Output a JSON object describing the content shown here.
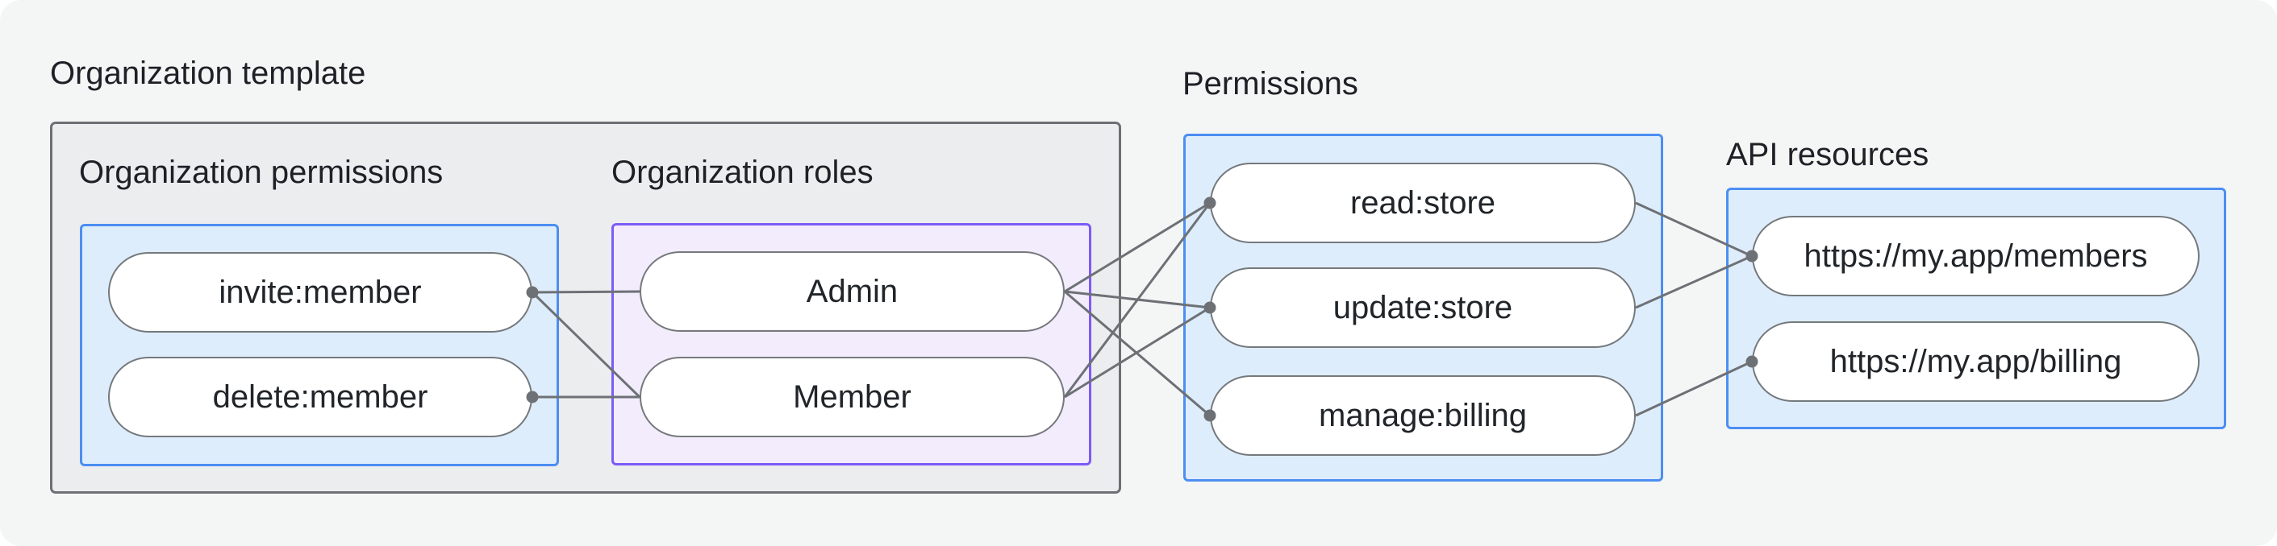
{
  "title": "Organization template",
  "groups": {
    "org_permissions": {
      "label": "Organization permissions",
      "items": [
        {
          "label": "invite:member"
        },
        {
          "label": "delete:member"
        }
      ]
    },
    "org_roles": {
      "label": "Organization roles",
      "items": [
        {
          "label": "Admin"
        },
        {
          "label": "Member"
        }
      ]
    },
    "permissions": {
      "label": "Permissions",
      "items": [
        {
          "label": "read:store"
        },
        {
          "label": "update:store"
        },
        {
          "label": "manage:billing"
        }
      ]
    },
    "api_resources": {
      "label": "API resources",
      "items": [
        {
          "label": "https://my.app/members"
        },
        {
          "label": "https://my.app/billing"
        }
      ]
    }
  },
  "edges": [
    {
      "from": "invite:member",
      "to": "Admin"
    },
    {
      "from": "invite:member",
      "to": "Member"
    },
    {
      "from": "delete:member",
      "to": "Member"
    },
    {
      "from": "Admin",
      "to": "read:store"
    },
    {
      "from": "Admin",
      "to": "update:store"
    },
    {
      "from": "Admin",
      "to": "manage:billing"
    },
    {
      "from": "Member",
      "to": "read:store"
    },
    {
      "from": "Member",
      "to": "update:store"
    },
    {
      "from": "read:store",
      "to": "https://my.app/members"
    },
    {
      "from": "update:store",
      "to": "https://my.app/members"
    },
    {
      "from": "manage:billing",
      "to": "https://my.app/billing"
    }
  ],
  "colors": {
    "page_background": "#f4f6f6",
    "template_box_fill": "#ecedee",
    "template_box_border": "#6c7074",
    "blue_box_fill": "#deedfc",
    "blue_box_border": "#4c8ef2",
    "purple_box_fill": "#f2ecfc",
    "purple_box_border": "#7c5bf7",
    "pill_border": "#75797c",
    "connector": "#6d7175",
    "text": "#1d2126"
  }
}
